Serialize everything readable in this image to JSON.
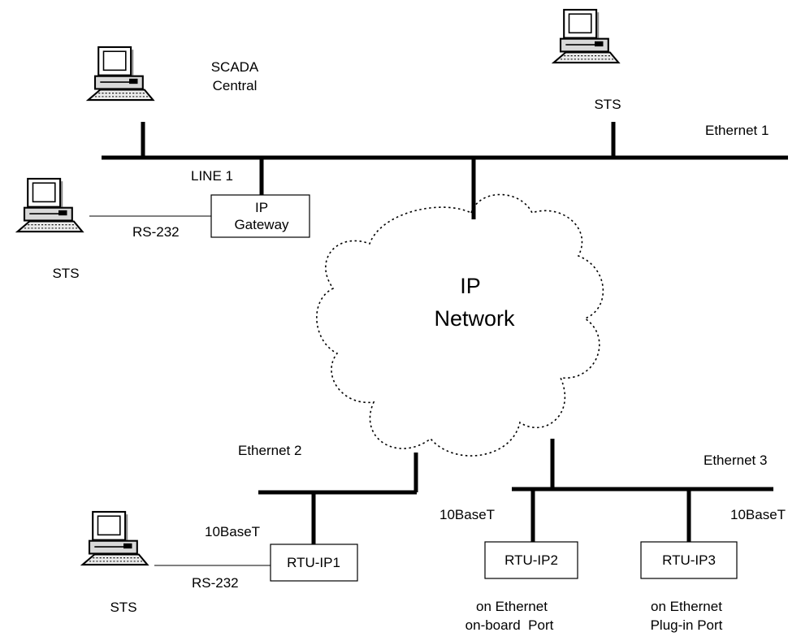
{
  "diagram": {
    "nodes": {
      "scada_central": {
        "line1": "SCADA",
        "line2": "Central",
        "icon": "desktop-computer-icon"
      },
      "sts_top": {
        "label": "STS",
        "icon": "desktop-computer-icon"
      },
      "sts_left": {
        "label": "STS",
        "icon": "desktop-computer-icon"
      },
      "sts_bottom": {
        "label": "STS",
        "icon": "desktop-computer-icon"
      },
      "ip_gateway": {
        "line1": "IP",
        "line2": "Gateway"
      },
      "rtu_ip1": {
        "label": "RTU-IP1"
      },
      "rtu_ip2": {
        "label": "RTU-IP2",
        "note1": "on Ethernet",
        "note2": "on-board  Port"
      },
      "rtu_ip3": {
        "label": "RTU-IP3",
        "note1": "on Ethernet",
        "note2": "Plug-in Port"
      },
      "ip_network": {
        "line1": "IP",
        "line2": "Network"
      }
    },
    "links": {
      "ethernet_1": "Ethernet 1",
      "ethernet_2": "Ethernet 2",
      "ethernet_3": "Ethernet 3",
      "line_1": "LINE 1",
      "rs232_gateway": "RS-232",
      "rs232_rtu": "RS-232",
      "tenbaset_rtu1": "10BaseT",
      "tenbaset_rtu2": "10BaseT",
      "tenbaset_rtu3": "10BaseT"
    },
    "colors": {
      "line": "#000000",
      "background": "#ffffff",
      "computer_fill": "#e0e0e0"
    }
  }
}
